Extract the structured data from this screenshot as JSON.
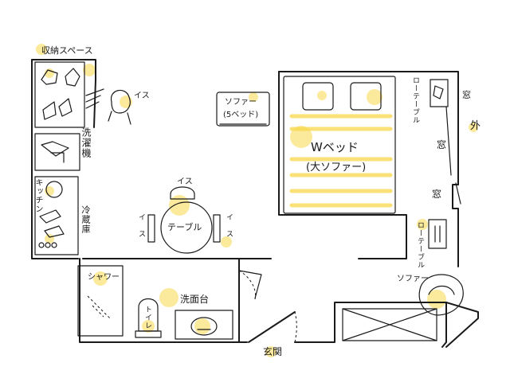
{
  "labels": {
    "storage": "収納スペース",
    "washer": "洗濯機",
    "kitchen": "キッチン",
    "fridge": "冷蔵庫",
    "chair_top_left": "イス",
    "chair_table_top": "イス",
    "chair_table_left": "イ ス",
    "chair_table_right": "イ ス",
    "table": "テーブル",
    "sofa_small": "ソファー",
    "sofa_small_sub": "(5ベッド)",
    "bed": "Wベッド",
    "bed_sub": "(大ソファー)",
    "low_table_top": "ローテーブル",
    "window_top": "窓",
    "outside": "外",
    "window_mid": "窓",
    "window_low": "窓",
    "low_table_bottom": "ローテーブル",
    "sofa_right": "ソファー",
    "shower": "シャワー",
    "toilet": "トイレ",
    "washbasin": "洗面台",
    "entrance": "玄関"
  },
  "accent_color": "#f7d84a",
  "line_color": "#1a1a1a"
}
